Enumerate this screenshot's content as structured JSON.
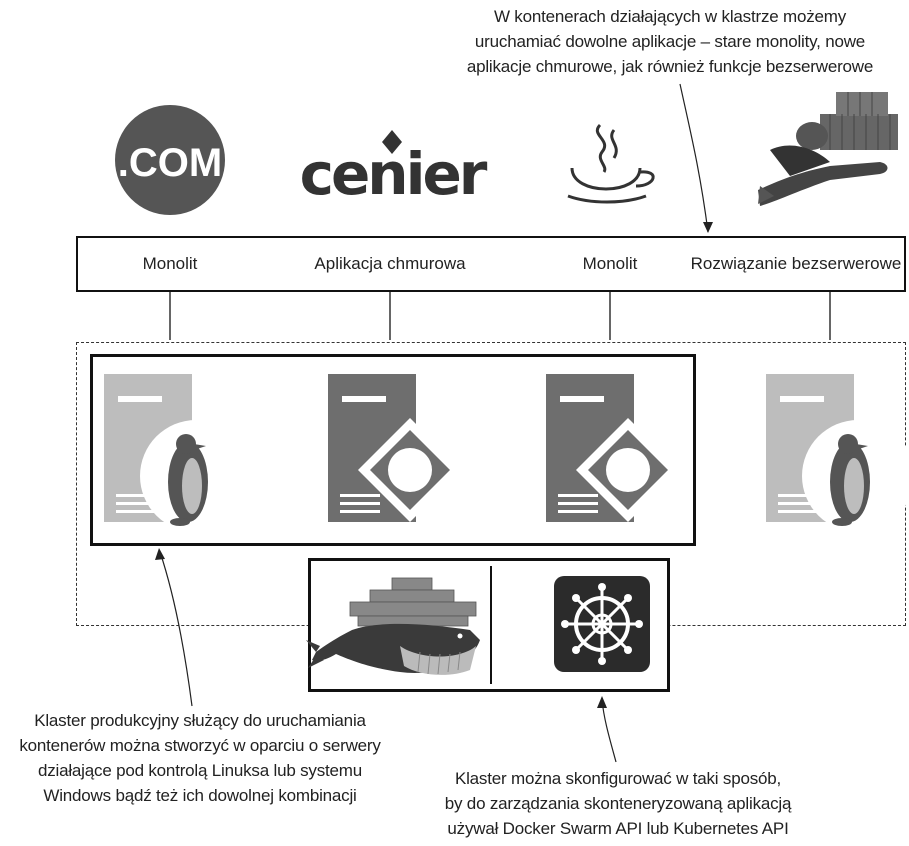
{
  "top_caption": {
    "lines": [
      "W kontenerach działających w klastrze możemy",
      "uruchamiać dowolne aplikacje – stare monolity, nowe",
      "aplikacje chmurowe, jak również funkcje bezserwerowe"
    ]
  },
  "logos": {
    "dotcom_text": ".COM",
    "center_text": "cenier"
  },
  "app_bar": {
    "labels": [
      "Monolit",
      "Aplikacja chmurowa",
      "Monolit",
      "Rozwiązanie bezserwerowe"
    ]
  },
  "left_caption": {
    "lines": [
      "Klaster produkcyjny służący do uruchamiania",
      "kontenerów można stworzyć w oparciu o serwery",
      "działające pod kontrolą Linuksa lub systemu",
      "Windows bądź też ich dowolnej kombinacji"
    ]
  },
  "bottom_caption": {
    "lines": [
      "Klaster można skonfigurować w taki sposób,",
      "by do zarządzania skonteneryzowaną aplikacją",
      "używał Docker Swarm API lub Kubernetes API"
    ]
  },
  "icons": {
    "servers": [
      "linux-server-icon",
      "windows-server-icon",
      "windows-server-icon",
      "linux-server-icon"
    ],
    "orchestrators": [
      "docker-whale-icon",
      "kubernetes-helm-icon"
    ],
    "apps": [
      "dotcom-logo-icon",
      "center-logo-icon",
      "java-coffee-icon",
      "flying-superhero-icon"
    ]
  },
  "colors": {
    "linux_server": "#bdbdbd",
    "windows_server": "#6e6e6e",
    "dark": "#2b2b2b"
  }
}
